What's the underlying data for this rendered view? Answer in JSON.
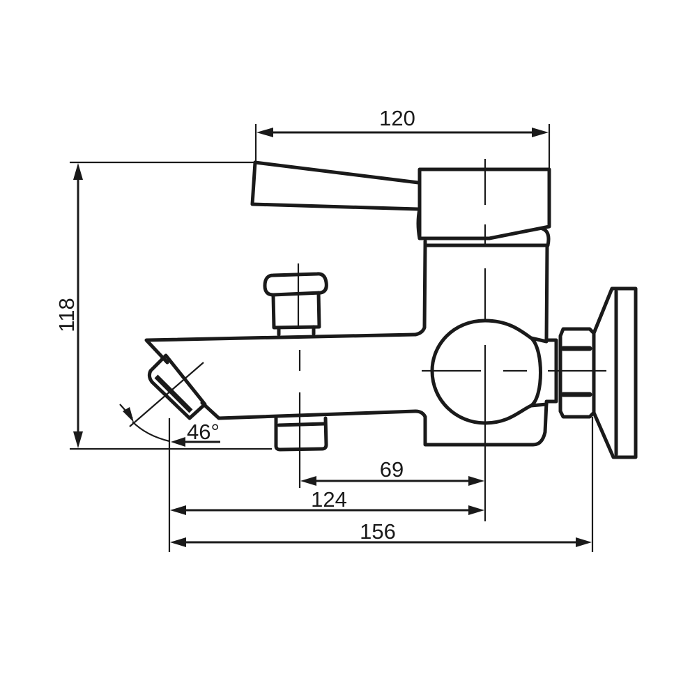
{
  "drawing": {
    "title": "Bath mixer side view dimension drawing",
    "units": "mm",
    "line_color": "#1a1a1a",
    "background": "#ffffff"
  },
  "dimensions": {
    "handle_length": {
      "label": "120",
      "value": 120
    },
    "overall_height": {
      "label": "118",
      "value": 118
    },
    "spout_angle": {
      "label": "46°",
      "value": 46
    },
    "diverter_to_wall_axis": {
      "label": "69",
      "value": 69
    },
    "spout_to_wall_axis": {
      "label": "124",
      "value": 124
    },
    "overall_length": {
      "label": "156",
      "value": 156
    }
  }
}
